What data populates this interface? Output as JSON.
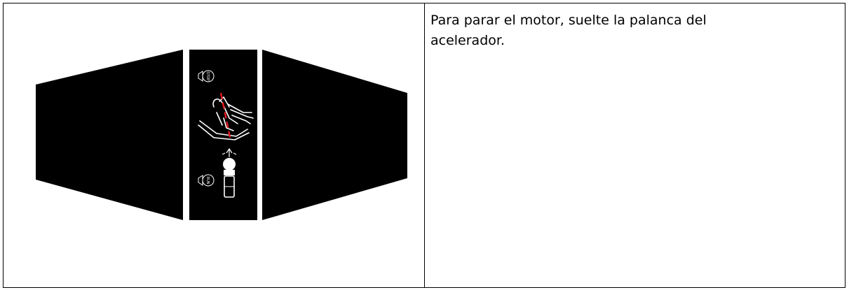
{
  "document": {
    "instruction": "Para parar el motor, suelte la palanca del acelerador."
  },
  "decal": {
    "stop_label": "STOP",
    "run_label": "RUN",
    "background_color": "#000000",
    "line_color": "#ffffff",
    "accent_color": "#e0181c"
  }
}
